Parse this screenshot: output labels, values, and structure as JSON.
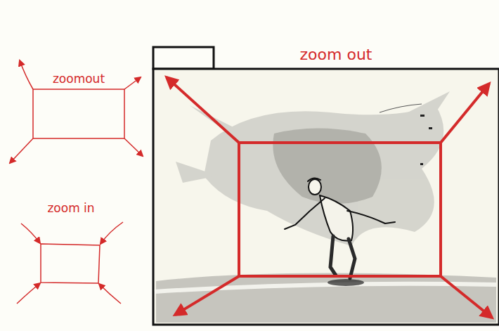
{
  "diagram": {
    "labels": [
      "zoom out",
      "zoomout",
      "zoom in"
    ]
  }
}
